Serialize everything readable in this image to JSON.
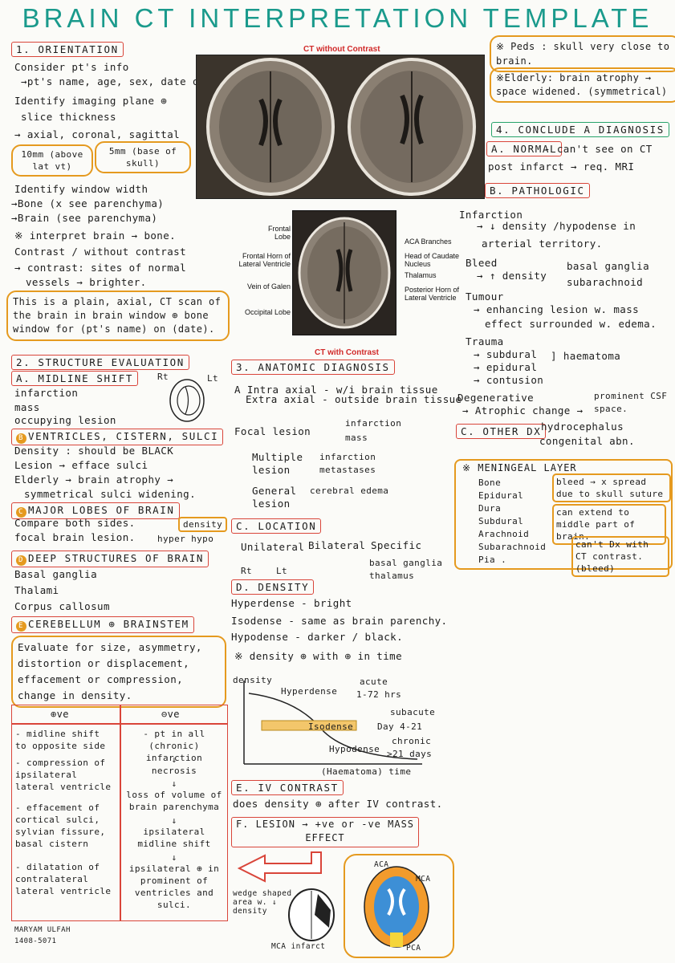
{
  "title": "BRAIN CT INTERPRETATION TEMPLATE",
  "ct_without_title": "CT without Contrast",
  "ct_with_title": "CT with Contrast",
  "ct_image_labels": [
    "Frontal Lobe",
    "Frontal Horn of Lateral Ventricle",
    "Vein of Galen",
    "Occipital Lobe",
    "ACA Branches",
    "Head of Caudate Nucleus",
    "Thalamus",
    "Posterior Horn of Lateral Ventricle"
  ],
  "orientation": {
    "head": "1. ORIENTATION",
    "l1": "Consider pt's info",
    "l2": "→pt's name, age, sex, date of CT",
    "l3": "Identify imaging plane ⊕",
    "l4": "slice thickness",
    "l5": "→ axial, coronal, sagittal",
    "box1": "10mm (above lat vt)",
    "box2": "5mm (base of skull)",
    "l6": "Identify window width",
    "l7": "→Bone (x see parenchyma)",
    "l8": "→Brain (see parenchyma)",
    "l9": "※ interpret brain → bone.",
    "l10": "Contrast / without contrast",
    "l11": "→ contrast: sites of normal",
    "l12": "vessels → brighter.",
    "note": "This is a plain, axial, CT scan of the brain in brain window ⊕ bone window for (pt's name) on (date)."
  },
  "structure": {
    "head": "2. STRUCTURE EVALUATION",
    "a_head": "A. MIDLINE SHIFT",
    "rt": "Rt",
    "lt": "Lt",
    "a1": "infarction",
    "a2": "mass",
    "a3": "occupying lesion",
    "b_head": "VENTRICLES, CISTERN, SULCI",
    "b1": "Density : should be BLACK",
    "b2": "Lesion → efface sulci",
    "b3": "Elderly → brain atrophy →",
    "b4": "symmetrical sulci widening.",
    "c_head": "MAJOR LOBES OF BRAIN",
    "c1": "Compare both sides.",
    "c1b": "density",
    "c2": "focal brain lesion.",
    "c2b": "hyper  hypo",
    "d_head": "DEEP STRUCTURES OF BRAIN",
    "d1": "Basal ganglia",
    "d2": "Thalami",
    "d3": "Corpus callosum",
    "e_head": "CEREBELLUM ⊕ BRAINSTEM",
    "e_note": "Evaluate for size, asymmetry, distortion or displacement, effacement or compression, change in density."
  },
  "table": {
    "pos_head": "⊕ve",
    "neg_head": "⊖ve",
    "pos": [
      "- midline shift to opposite side",
      "- compression of ipsilateral lateral ventricle",
      "- effacement of cortical sulci, sylvian fissure, basal cistern",
      "- dilatation of contralateral lateral ventricle"
    ],
    "neg": [
      "- pt in all (chronic) infarction",
      "↓",
      "necrosis",
      "↓",
      "loss of volume of brain parenchyma",
      "↓",
      "ipsilateral midline shift",
      "↓",
      "ipsilateral ⊕ in prominent of ventricles and sulci."
    ]
  },
  "author": {
    "name": "MARYAM ULFAH",
    "id": "1408-5071"
  },
  "anatomic": {
    "head": "3. ANATOMIC DIAGNOSIS",
    "a1": "Intra axial - w/i brain tissue",
    "a2": "Extra axial - outside brain tissue",
    "focal": "Focal lesion",
    "focal_r1": "infarction",
    "focal_r2": "mass",
    "multi": "Multiple lesion",
    "multi_r1": "infarction",
    "multi_r2": "metastases",
    "general": "General lesion",
    "general_r": "cerebral edema",
    "loc_head": "C. LOCATION",
    "unilateral": "Unilateral",
    "bilateral": "Bilateral",
    "specific": "Specific",
    "rt": "Rt",
    "lt": "Lt",
    "spec1": "basal ganglia",
    "spec2": "thalamus",
    "den_head": "D. DENSITY",
    "den1": "Hyperdense - bright",
    "den2": "Isodense - same as brain parenchy.",
    "den3": "Hypodense - darker / black.",
    "den4": "※ density ⊕ with ⊕ in time",
    "graph_y": "density",
    "graph_x": "(Haematoma) time",
    "g_hyper": "Hyperdense",
    "g_acute": "acute",
    "g_acute2": "1-72 hrs",
    "g_iso": "Isodense",
    "g_sub": "subacute",
    "g_sub2": "Day 4-21",
    "g_hypo": "Hypodense",
    "g_chronic": "chronic",
    "g_chronic2": ">21 days",
    "iv_head": "E. IV CONTRAST",
    "iv1": "does density ⊕ after IV contrast.",
    "f_line1": "F. LESION → +ve or -ve MASS",
    "f_line2": "EFFECT",
    "wedge1": "wedge shaped",
    "wedge2": "area w. ↓",
    "wedge3": "density",
    "mca_infarct": "MCA infarct",
    "aca": "ACA",
    "mca": "MCA",
    "pca": "PCA"
  },
  "right": {
    "peds": "※ Peds : skull very close to brain.",
    "elderly": "※Elderly: brain atrophy → space widened. (symmetrical)",
    "conclude_head": "4. CONCLUDE A DIAGNOSIS",
    "normal_head": "A. NORMAL",
    "normal1": "- can't see on CT",
    "normal2": "post infarct → req. MRI",
    "path_head": "B. PATHOLOGIC",
    "inf": "Infarction",
    "inf1": "→ ↓ density /hypodense in",
    "inf2": "arterial territory.",
    "bleed": "Bleed",
    "bleed1": "→ ↑ density",
    "bleed_r1": "basal ganglia",
    "bleed_r2": "subarachnoid",
    "tumour": "Tumour",
    "tumour1": "→ enhancing lesion w. mass",
    "tumour2": "effect surrounded w. edema.",
    "trauma": "Trauma",
    "trauma1": "→ subdural",
    "trauma2": "→ epidural",
    "trauma3": "→ contusion",
    "haematoma": "haematoma",
    "degen": "Degenerative",
    "degen1": "→ Atrophic change →",
    "degen_r": "prominent CSF space.",
    "other_head": "C. OTHER DX",
    "other1": "hydrocephalus",
    "other2": "congenital abn.",
    "men_head": "※ MENINGEAL LAYER",
    "bone": "Bone",
    "epidural": "Epidural",
    "dura": "Dura",
    "subdural": "Subdural",
    "arachnoid": "Arachnoid",
    "subarachnoid": "Subarachnoid",
    "pia": "Pia .",
    "m1": "bleed → x spread due to skull suture",
    "m2": "can extend to middle part of brain.",
    "m3": "can't Dx with CT contrast. (bleed)"
  }
}
